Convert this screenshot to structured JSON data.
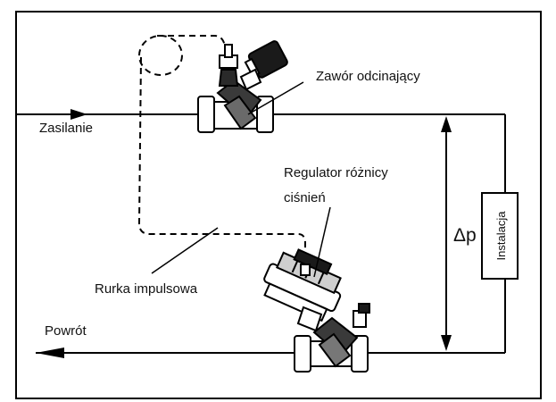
{
  "labels": {
    "supply": "Zasilanie",
    "shutoff_valve": "Zawór odcinający",
    "regulator_line1": "Regulator różnicy",
    "regulator_line2": "ciśnień",
    "delta_p": "Δp",
    "installation": "Instalacja",
    "impulse_tube": "Rurka impulsowa",
    "return": "Powrót"
  }
}
